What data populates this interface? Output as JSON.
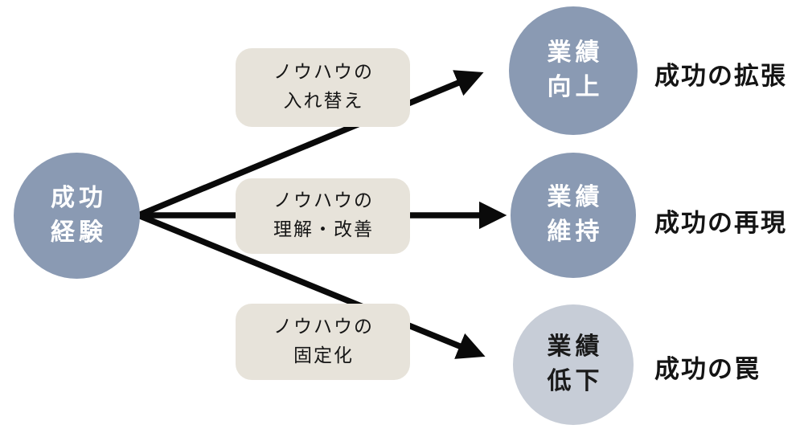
{
  "source_circle": {
    "line1": "成功",
    "line2": "経験"
  },
  "process_boxes": [
    {
      "line1": "ノウハウの",
      "line2": "入れ替え"
    },
    {
      "line1": "ノウハウの",
      "line2": "理解・改善"
    },
    {
      "line1": "ノウハウの",
      "line2": "固定化"
    }
  ],
  "outcome_circles": [
    {
      "line1": "業績",
      "line2": "向上"
    },
    {
      "line1": "業績",
      "line2": "維持"
    },
    {
      "line1": "業績",
      "line2": "低下"
    }
  ],
  "result_labels": [
    "成功の拡張",
    "成功の再現",
    "成功の罠"
  ],
  "colors": {
    "circle_blue": "#8A9AB3",
    "circle_gray": "#C7CDD7",
    "circle_text_light": "#FFFFFF",
    "circle_text_dark": "#1A1A1A",
    "box_bg": "#E7E3DA",
    "arrow": "#0A0A0A"
  }
}
